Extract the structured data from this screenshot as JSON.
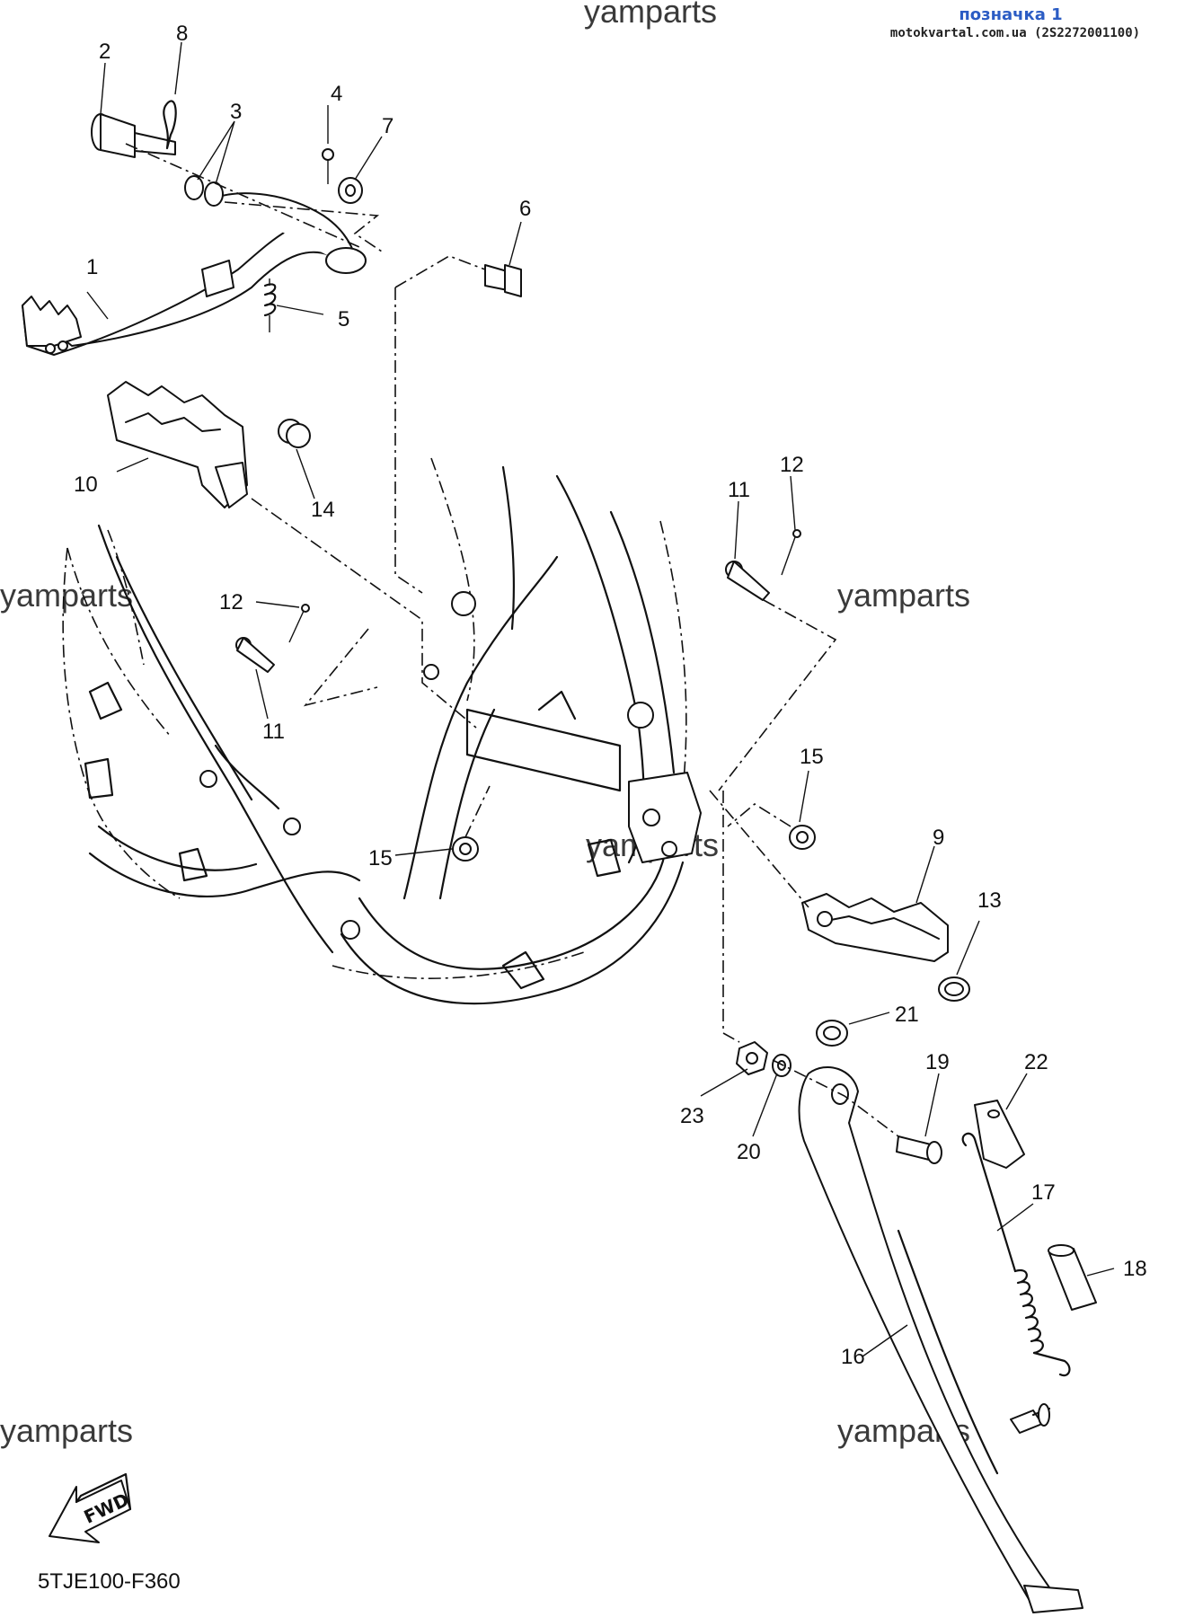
{
  "header": {
    "title": "позначка 1",
    "source": "motokvartal.com.ua (2S2272001100)"
  },
  "watermarks": [
    "yamparts",
    "yamparts",
    "yamparts",
    "yamparts",
    "yamparts",
    "yamparts"
  ],
  "callouts": {
    "c1": "1",
    "c2": "2",
    "c3": "3",
    "c4": "4",
    "c5": "5",
    "c6": "6",
    "c7": "7",
    "c8": "8",
    "c9": "9",
    "c10": "10",
    "c11a": "11",
    "c11b": "11",
    "c12a": "12",
    "c12b": "12",
    "c13": "13",
    "c14": "14",
    "c15a": "15",
    "c15b": "15",
    "c16": "16",
    "c17": "17",
    "c18": "18",
    "c19": "19",
    "c20": "20",
    "c21": "21",
    "c22": "22",
    "c23": "23"
  },
  "fwd_label": "FWD",
  "diagram_code": "5TJE100-F360"
}
